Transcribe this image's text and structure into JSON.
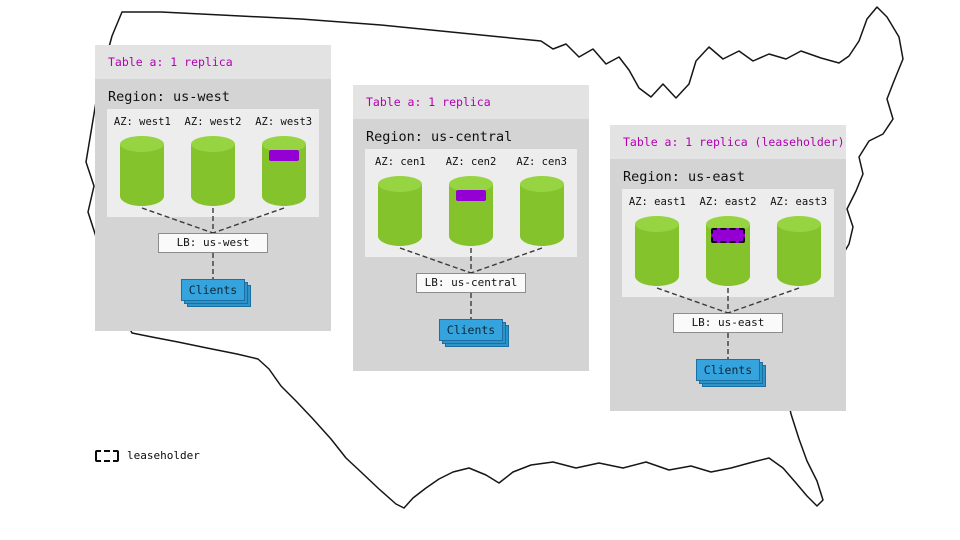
{
  "legend": {
    "label": "leaseholder"
  },
  "regions": [
    {
      "table_label": "Table a: 1 replica",
      "region_label": "Region: us-west",
      "azs": [
        {
          "label": "AZ: west1",
          "marker": "none"
        },
        {
          "label": "AZ: west2",
          "marker": "none"
        },
        {
          "label": "AZ: west3",
          "marker": "range"
        }
      ],
      "lb_label": "LB: us-west",
      "clients_label": "Clients"
    },
    {
      "table_label": "Table a: 1 replica",
      "region_label": "Region: us-central",
      "azs": [
        {
          "label": "AZ: cen1",
          "marker": "none"
        },
        {
          "label": "AZ: cen2",
          "marker": "range"
        },
        {
          "label": "AZ: cen3",
          "marker": "none"
        }
      ],
      "lb_label": "LB: us-central",
      "clients_label": "Clients"
    },
    {
      "table_label": "Table a: 1 replica (leaseholder)",
      "region_label": "Region: us-east",
      "azs": [
        {
          "label": "AZ: east1",
          "marker": "none"
        },
        {
          "label": "AZ: east2",
          "marker": "leaseholder"
        },
        {
          "label": "AZ: east3",
          "marker": "none"
        }
      ],
      "lb_label": "LB: us-east",
      "clients_label": "Clients"
    }
  ],
  "colors": {
    "table_label": "#b300b3",
    "replica_green": "#85c32d",
    "replica_green_top": "#97d441",
    "marker_purple": "#9400d3",
    "clients_blue": "#35a3dd",
    "clients_blue_dark": "#2d94c9",
    "clients_border": "#1b6fa3",
    "map_stroke": "#161616"
  }
}
